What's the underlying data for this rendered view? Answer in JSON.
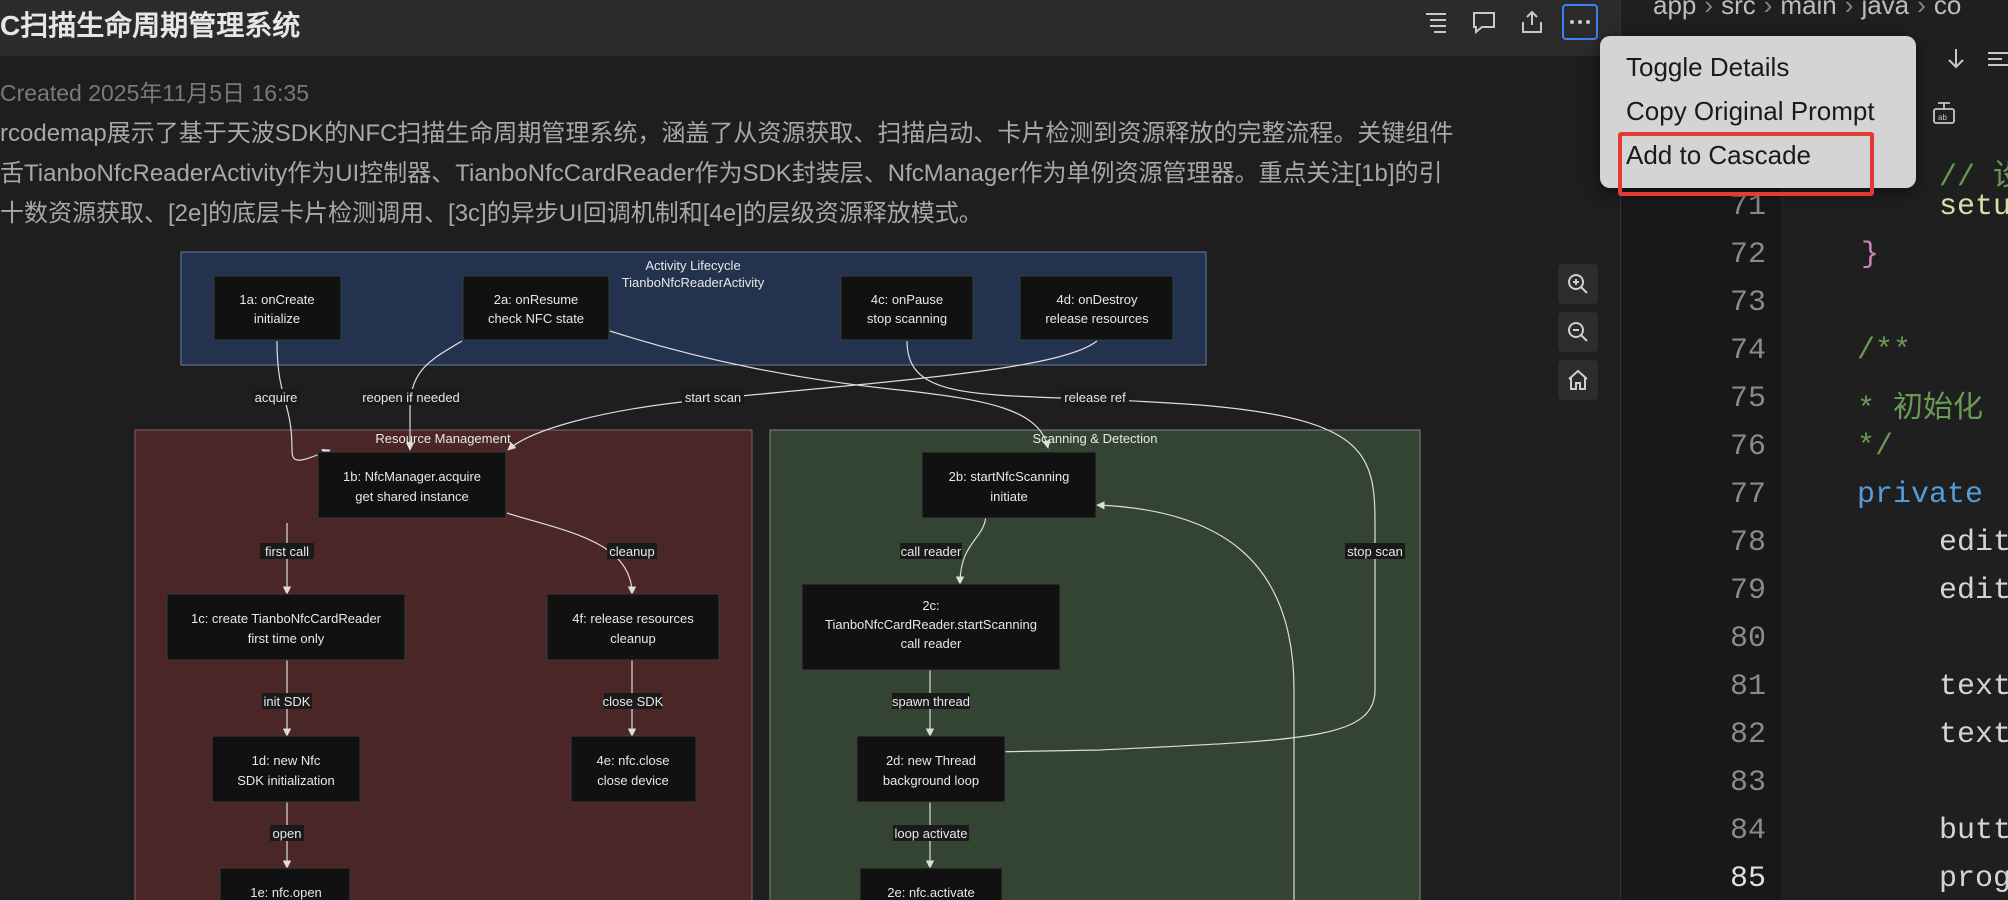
{
  "header": {
    "title": "C扫描生命周期管理系统",
    "icons": [
      "outline-icon",
      "comment-icon",
      "share-icon",
      "more-icon"
    ]
  },
  "created": "Created 2025年11月5日 16:35",
  "description": [
    "rcodemap展示了基于天波SDK的NFC扫描生命周期管理系统，涵盖了从资源获取、扫描启动、卡片检测到资源释放的完整流程。关键组件",
    "舌TianboNfcReaderActivity作为UI控制器、TianboNfcCardReader作为SDK封装层、NfcManager作为单例资源管理器。重点关注[1b]的引",
    "十数资源获取、[2e]的底层卡片检测调用、[3c]的异步UI回调机制和[4e]的层级资源释放模式。"
  ],
  "diagram": {
    "groups": {
      "activity": {
        "title": "Activity Lifecycle",
        "subtitle": "TianboNfcReaderActivity"
      },
      "resource": {
        "title": "Resource Management"
      },
      "scanning": {
        "title": "Scanning & Detection"
      }
    },
    "nodes": {
      "n1a": [
        "1a: onCreate",
        "initialize"
      ],
      "n2a": [
        "2a: onResume",
        "check NFC state"
      ],
      "n4c": [
        "4c: onPause",
        "stop scanning"
      ],
      "n4d": [
        "4d: onDestroy",
        "release resources"
      ],
      "n1b": [
        "1b: NfcManager.acquire",
        "get shared instance"
      ],
      "n1c": [
        "1c: create TianboNfcCardReader",
        "first time only"
      ],
      "n4f": [
        "4f: release resources",
        "cleanup"
      ],
      "n1d": [
        "1d: new Nfc",
        "SDK initialization"
      ],
      "n4e": [
        "4e: nfc.close",
        "close device"
      ],
      "n1e": [
        "1e: nfc.open"
      ],
      "n2b": [
        "2b: startNfcScanning",
        "initiate"
      ],
      "n2c": [
        "2c:",
        "TianboNfcCardReader.startScanning",
        "call reader"
      ],
      "n2d": [
        "2d: new Thread",
        "background loop"
      ],
      "n2e": [
        "2e: nfc.activate"
      ]
    },
    "edges": {
      "acquire": "acquire",
      "reopen": "reopen if needed",
      "start_scan": "start scan",
      "release_ref": "release ref",
      "first_call": "first call",
      "cleanup": "cleanup",
      "init_sdk": "init SDK",
      "close_sdk": "close SDK",
      "open": "open",
      "call_reader": "call reader",
      "spawn_thread": "spawn thread",
      "loop_activate": "loop activate",
      "stop_scan": "stop scan"
    }
  },
  "zoom_controls": [
    "zoom-in-icon",
    "zoom-out-icon",
    "home-icon"
  ],
  "menu": {
    "items": [
      "Toggle Details",
      "Copy Original Prompt",
      "Add to Cascade"
    ]
  },
  "editor": {
    "breadcrumb": [
      "app",
      "src",
      "main",
      "java",
      "co"
    ],
    "lines": [
      {
        "num": "71",
        "code": "setu"
      },
      {
        "num": "72",
        "code": "}"
      },
      {
        "num": "73",
        "code": ""
      },
      {
        "num": "74",
        "code": "/**"
      },
      {
        "num": "75",
        "code": " * 初始化"
      },
      {
        "num": "76",
        "code": " */"
      },
      {
        "num": "77",
        "code": "private"
      },
      {
        "num": "78",
        "code": "edit"
      },
      {
        "num": "79",
        "code": "edit"
      },
      {
        "num": "80",
        "code": ""
      },
      {
        "num": "81",
        "code": "text"
      },
      {
        "num": "82",
        "code": "text"
      },
      {
        "num": "83",
        "code": ""
      },
      {
        "num": "84",
        "code": "butt"
      },
      {
        "num": "85",
        "code": "prog"
      }
    ],
    "comment_partial": "// 设"
  }
}
